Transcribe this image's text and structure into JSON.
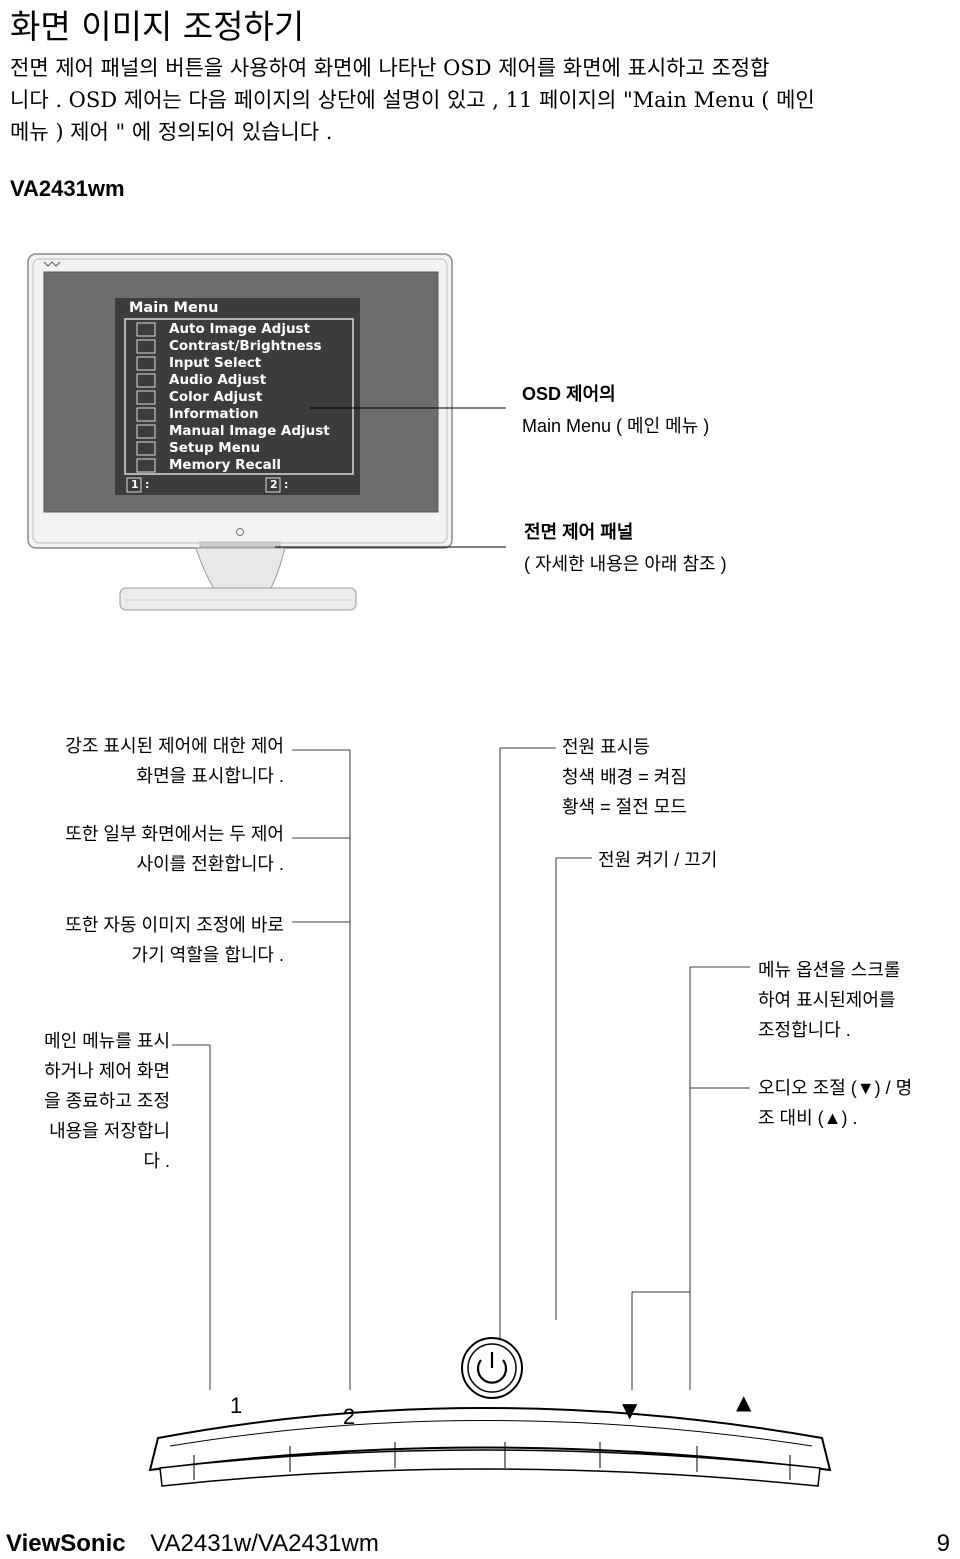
{
  "page": {
    "title": "화면 이미지 조정하기",
    "intro_lines": [
      "전면 제어 패널의 버튼을 사용하여 화면에 나타난 OSD 제어를 화면에 표시하고 조정합",
      "니다 . OSD 제어는 다음 페이지의 상단에 설명이 있고 , 11 페이지의 \"Main Menu ( 메인",
      "메뉴 ) 제어 \" 에 정의되어 있습니다 ."
    ],
    "model": "VA2431wm"
  },
  "osd": {
    "header": "Main Menu",
    "items": [
      {
        "label": "Auto Image Adjust",
        "icon": "crosshair-icon"
      },
      {
        "label": "Contrast/Brightness",
        "icon": "sun-contrast-icon"
      },
      {
        "label": "Input Select",
        "icon": "input-icon"
      },
      {
        "label": "Audio Adjust",
        "icon": "speaker-icon"
      },
      {
        "label": "Color Adjust",
        "icon": "color-bars-icon"
      },
      {
        "label": "Information",
        "icon": "info-icon"
      },
      {
        "label": "Manual Image Adjust",
        "icon": "manual-adjust-icon"
      },
      {
        "label": "Setup Menu",
        "icon": "question-icon"
      },
      {
        "label": "Memory Recall",
        "icon": "memory-icon"
      }
    ],
    "footer_1": "1",
    "footer_2": "2",
    "footer_sep": ":"
  },
  "callouts": {
    "osd_label_1": "OSD 제어의",
    "osd_label_2": "Main Menu ( 메인 메뉴 )",
    "panel_label_1": "전면 제어 패널",
    "panel_label_2": "( 자세한 내용은 아래 참조 )",
    "left_a": [
      "강조 표시된 제어에 대한 제어",
      "화면을 표시합니다 ."
    ],
    "left_b": [
      "또한 일부 화면에서는 두 제어",
      "사이를 전환합니다 ."
    ],
    "left_c": [
      "또한 자동 이미지 조정에 바로",
      "가기 역할을 합니다 ."
    ],
    "left_d": [
      "메인 메뉴를 표시",
      "하거나 제어 화면",
      "을 종료하고 조정",
      "내용을 저장합니",
      "다 ."
    ],
    "power_led": [
      "전원 표시등",
      "청색 배경 = 켜짐",
      "황색 = 절전 모드"
    ],
    "power_switch": "전원 켜기 / 끄기",
    "right_a": [
      "메뉴 옵션을 스크롤",
      "하여 표시된제어를",
      "조정합니다 ."
    ],
    "right_b_1": "오디오 조절 (▼) / 명",
    "right_b_2": "조 대비  (▲) ."
  },
  "buttons": {
    "b1": "1",
    "b2": "2",
    "down": "▼",
    "up": "▲"
  },
  "footer": {
    "brand": "ViewSonic",
    "model": "VA2431w/VA2431wm",
    "page_number": "9"
  }
}
